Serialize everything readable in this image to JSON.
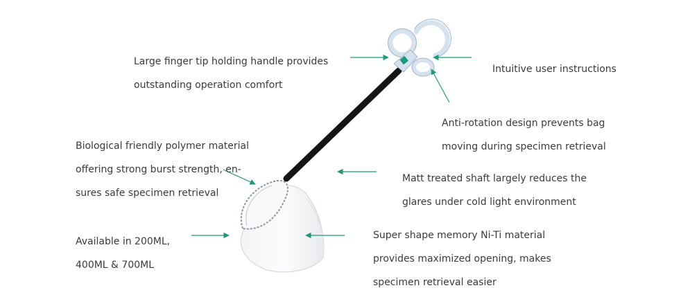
{
  "callouts": {
    "handle": [
      "Large finger tip holding handle provides",
      "outstanding operation comfort"
    ],
    "instructions": [
      "Intuitive user instructions"
    ],
    "anti_rotation": [
      "Anti-rotation design prevents bag",
      "moving during specimen retrieval"
    ],
    "polymer": [
      "Biological friendly polymer material",
      "offering strong burst strength, en-",
      "sures safe specimen retrieval"
    ],
    "shaft": [
      "Matt treated shaft largely reduces the",
      "glares under cold light environment"
    ],
    "sizes": [
      "Available in 200ML,",
      "400ML & 700ML"
    ],
    "niti": [
      "Super shape memory Ni-Ti material",
      "provides maximized opening, makes",
      "specimen retrieval easier"
    ]
  },
  "colors": {
    "arrow": "#1f9a78",
    "text": "#3a3a3a",
    "shaft": "#151515",
    "handle": "#d6e3ef",
    "handle_edge": "#9fb4c8",
    "logo": "#1f9a78"
  },
  "icons": {
    "device": "specimen-retrieval-bag-device"
  }
}
